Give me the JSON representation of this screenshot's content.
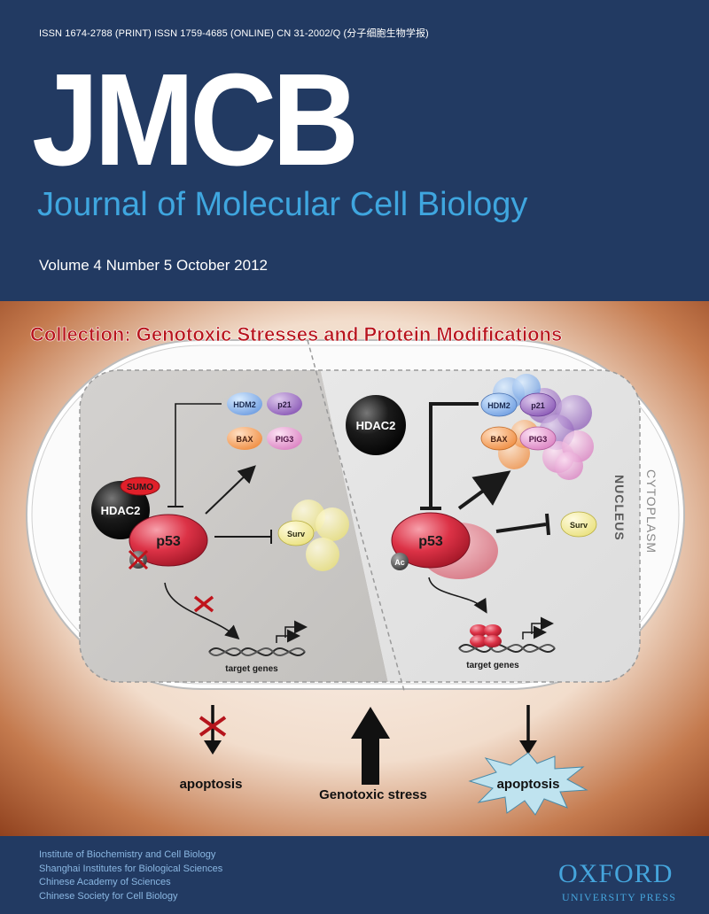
{
  "header": {
    "issn_line": "ISSN 1674-2788 (PRINT)   ISSN 1759-4685 (ONLINE)   CN 31-2002/Q   (分子细胞生物学报)",
    "logo": "JMCB",
    "journal_title": "Journal of Molecular Cell Biology",
    "issue_line": "Volume 4  Number 5  October 2012"
  },
  "figure": {
    "collection_title": "Collection: Genotoxic Stresses and Protein Modifications",
    "nucleus_label": "NUCLEUS",
    "cytoplasm_label": "CYTOPLASM",
    "left": {
      "hdac2": "HDAC2",
      "sumo": "SUMO",
      "p53": "p53",
      "ac": "Ac",
      "hdm2": "HDM2",
      "p21": "p21",
      "bax": "BAX",
      "pig3": "PIG3",
      "surv": "Surv",
      "target_genes": "target genes",
      "outcome": "apoptosis"
    },
    "right": {
      "hdac2": "HDAC2",
      "p53": "p53",
      "ac": "Ac",
      "hdm2": "HDM2",
      "p21": "p21",
      "bax": "BAX",
      "pig3": "PIG3",
      "surv": "Surv",
      "target_genes": "target genes",
      "outcome": "apoptosis"
    },
    "stress_label": "Genotoxic stress"
  },
  "footer": {
    "institutions": [
      "Institute of Biochemistry and Cell Biology",
      "Shanghai Institutes for Biological Sciences",
      "Chinese Academy of Sciences",
      "Chinese Society for Cell Biology"
    ],
    "publisher": "OXFORD",
    "publisher_sub": "UNIVERSITY PRESS"
  },
  "colors": {
    "navy": "#223a62",
    "title_blue": "#3fa6df",
    "collection_red": "#b8141c",
    "p53_red": "#d42a3c",
    "brown": "#9a4a24"
  }
}
